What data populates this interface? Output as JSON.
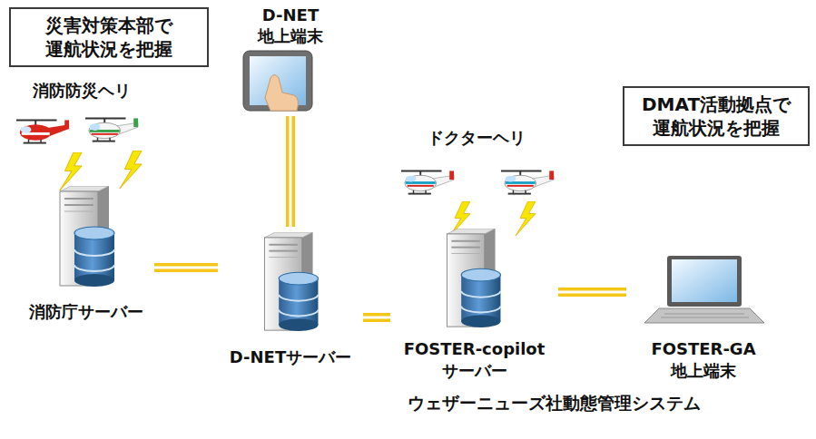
{
  "diagram": {
    "nodes": [
      {
        "text": [
          "災害対策本部で 運航状況を把握"
        ]
      },
      {
        "text": [
          "D-NET 地上端末"
        ]
      },
      {
        "text": [
          "消防防災ヘリ"
        ]
      },
      {
        "text": [
          "ドクターヘリ"
        ]
      },
      {
        "text": [
          "DMAT活動拠点で 運航状況を把握"
        ]
      },
      {
        "text": [
          "消防庁サーバー"
        ]
      },
      {
        "text": [
          "D-NETサーバー"
        ]
      },
      {
        "text": [
          "FOSTER-copilot サーバー"
        ]
      },
      {
        "text": [
          "FOSTER-GA 地上端末"
        ]
      }
    ],
    "edges": [
      {
        "from": 5,
        "to": 6,
        "arrow": "none"
      },
      {
        "from": 6,
        "to": 7,
        "arrow": "none"
      },
      {
        "from": 7,
        "to": 8,
        "arrow": "none"
      },
      {
        "from": 1,
        "to": 6,
        "arrow": "none"
      }
    ],
    "labels": [
      "ウェザーニューズ社動態管理システム"
    ]
  }
}
